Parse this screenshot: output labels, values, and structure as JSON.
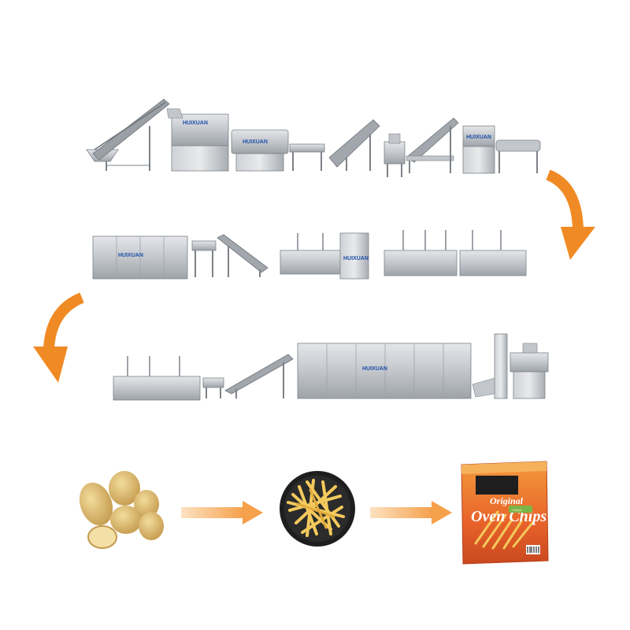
{
  "figure": {
    "colors": {
      "steel": "#b9bdc2",
      "steel_dark": "#8a8f95",
      "steel_light": "#dde0e3",
      "brand_blue": "#1f4fa8",
      "flow_arrow": "#f08a24",
      "arrow_gradient_start": "#fde2c2",
      "potato": "#d8b56a",
      "fries": "#f4c95c",
      "bag_orange": "#e8632a",
      "bag_green": "#7ab648"
    },
    "machine_brand_text": "HUIXUAN",
    "package": {
      "line1": "Original",
      "line2": "Oven Chips",
      "badge": "Classic"
    },
    "process_stages": [
      {
        "icon": "potato-icon",
        "name": "raw-potatoes"
      },
      {
        "icon": "fries-plate-icon",
        "name": "french-fries"
      },
      {
        "icon": "chips-bag-icon",
        "name": "packaged-oven-chips"
      }
    ],
    "rows": [
      {
        "name": "row-1",
        "machines": [
          "hoist-conveyor",
          "washing-peeling-machine",
          "brush-washer",
          "roller-conveyor",
          "incline-conveyor",
          "cutting-machine",
          "lift-conveyor",
          "blanching-machine"
        ]
      },
      {
        "name": "row-2",
        "machines": [
          "drying-tunnel",
          "dewatering-vibrator",
          "elevator-conveyor",
          "continuous-blancher",
          "control-cabinet",
          "continuous-fryer-1",
          "continuous-fryer-2"
        ]
      },
      {
        "name": "row-3",
        "machines": [
          "continuous-fryer-3",
          "de-oiling-vibrator",
          "cooling-conveyor",
          "quick-freezer-tunnel",
          "bucket-elevator",
          "packing-machine"
        ]
      }
    ]
  }
}
